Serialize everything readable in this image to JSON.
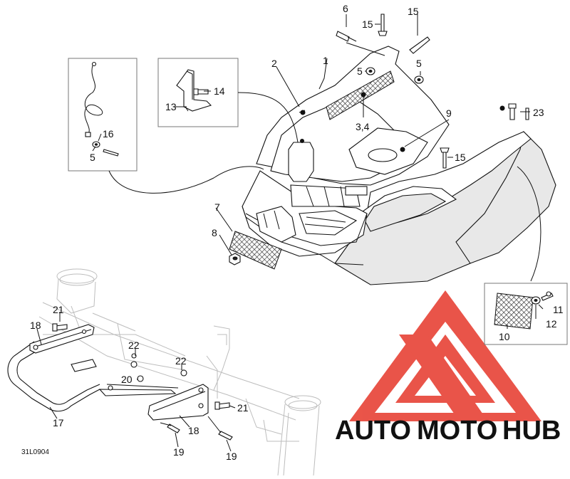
{
  "diagram": {
    "code": "31L0904",
    "callouts": {
      "c1": "1",
      "c2": "2",
      "c34": "3,4",
      "c5a": "5",
      "c5b": "5",
      "c5c": "5",
      "c6": "6",
      "c7": "7",
      "c8": "8",
      "c9": "9",
      "c10": "10",
      "c11": "11",
      "c12": "12",
      "c13": "13",
      "c14": "14",
      "c15a": "15",
      "c15b": "15",
      "c15c": "15",
      "c16": "16",
      "c17": "17",
      "c18a": "18",
      "c18b": "18",
      "c19a": "19",
      "c19b": "19",
      "c20": "20",
      "c21a": "21",
      "c21b": "21",
      "c22a": "22",
      "c22b": "22",
      "c23": "23"
    }
  },
  "watermark": {
    "brand_part1": "AUTO",
    "brand_part2": "MOTO",
    "brand_part3": "HUB",
    "color_red": "#e8463a",
    "color_orange": "#f4a62a",
    "color_gray": "#6e6e6e"
  }
}
